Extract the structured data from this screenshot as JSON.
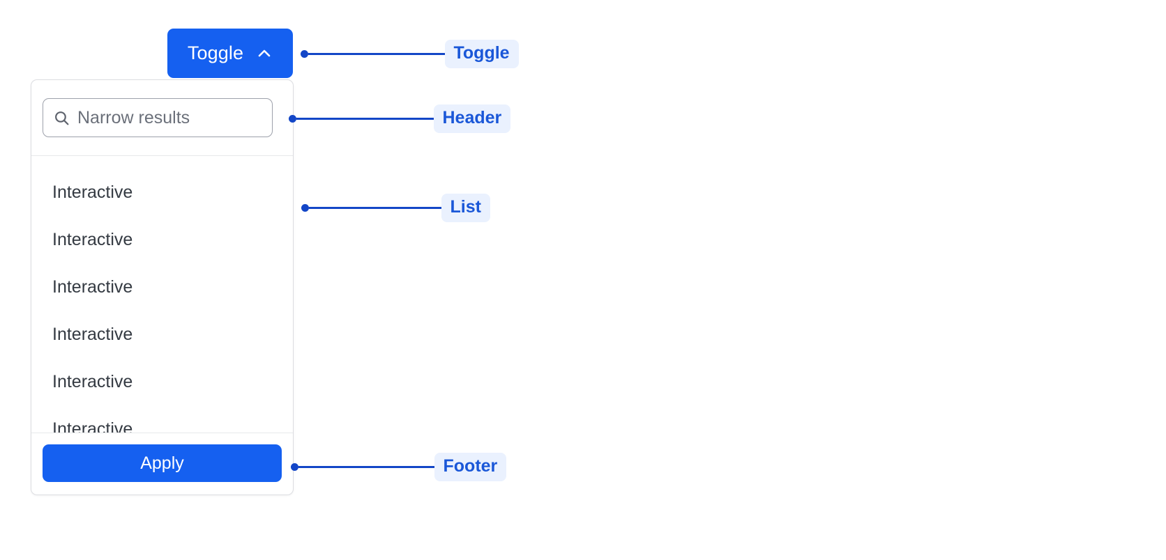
{
  "toggle": {
    "label": "Toggle",
    "icon": "chevron-up-icon",
    "expanded": true,
    "bg_color": "#1560f0",
    "text_color": "#ffffff"
  },
  "dropdown": {
    "header": {
      "search": {
        "icon": "search-icon",
        "placeholder": "Narrow results",
        "value": ""
      }
    },
    "list": {
      "items": [
        {
          "label": "Interactive"
        },
        {
          "label": "Interactive"
        },
        {
          "label": "Interactive"
        },
        {
          "label": "Interactive"
        },
        {
          "label": "Interactive"
        },
        {
          "label": "Interactive"
        }
      ]
    },
    "footer": {
      "apply_label": "Apply",
      "bg_color": "#1560f0"
    },
    "border_color": "#dcdde1",
    "background": "#ffffff"
  },
  "annotations": [
    {
      "id": "toggle",
      "label": "Toggle"
    },
    {
      "id": "header",
      "label": "Header"
    },
    {
      "id": "list",
      "label": "List"
    },
    {
      "id": "footer",
      "label": "Footer"
    }
  ],
  "annotation_style": {
    "chip_bg": "#eaf1fe",
    "chip_text": "#1a57d8",
    "line_color": "#1346c7"
  }
}
